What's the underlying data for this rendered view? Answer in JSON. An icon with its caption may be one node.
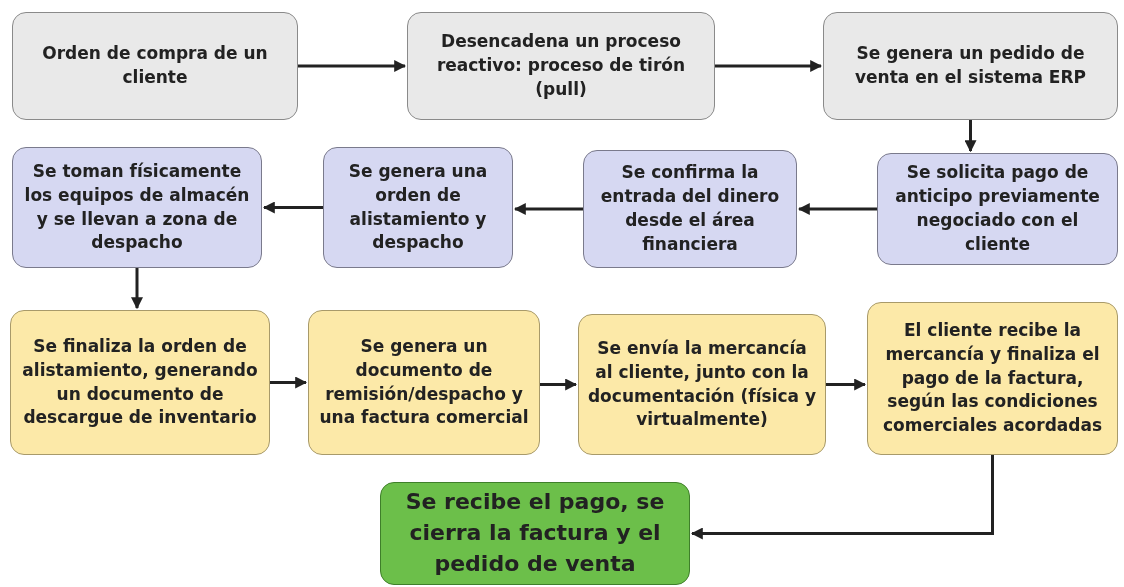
{
  "diagram": {
    "nodes": [
      {
        "text": [
          "Orden de compra de un cliente"
        ]
      },
      {
        "text": [
          "Desencadena un proceso reactivo: proceso de tirón (pull)"
        ]
      },
      {
        "text": [
          "Se genera un pedido de venta en el sistema ERP"
        ]
      },
      {
        "text": [
          "Se toman físicamente los equipos de almacén y se llevan a zona de despacho"
        ]
      },
      {
        "text": [
          "Se genera una orden de alistamiento y despacho"
        ]
      },
      {
        "text": [
          "Se confirma la entrada del dinero desde el área financiera"
        ]
      },
      {
        "text": [
          "Se solicita pago de anticipo previamente negociado con el cliente"
        ]
      },
      {
        "text": [
          "Se finaliza la orden de alistamiento, generando un documento de descargue de inventario"
        ]
      },
      {
        "text": [
          "Se genera un documento de remisión/despacho y una factura comercial"
        ]
      },
      {
        "text": [
          "Se envía la mercancía al cliente, junto con la documentación (física y virtualmente)"
        ]
      },
      {
        "text": [
          "El cliente recibe la mercancía y finaliza el pago de la factura, según las condiciones comerciales acordadas"
        ]
      },
      {
        "text": [
          "Se recibe el pago, se cierra la factura y el pedido de venta"
        ]
      }
    ],
    "edges": [
      {
        "from": 0,
        "to": 1,
        "arrow": "to"
      },
      {
        "from": 1,
        "to": 2,
        "arrow": "to"
      },
      {
        "from": 2,
        "to": 6,
        "arrow": "to"
      },
      {
        "from": 6,
        "to": 5,
        "arrow": "to"
      },
      {
        "from": 5,
        "to": 4,
        "arrow": "to"
      },
      {
        "from": 4,
        "to": 3,
        "arrow": "to"
      },
      {
        "from": 3,
        "to": 7,
        "arrow": "to"
      },
      {
        "from": 7,
        "to": 8,
        "arrow": "to"
      },
      {
        "from": 8,
        "to": 9,
        "arrow": "to"
      },
      {
        "from": 9,
        "to": 10,
        "arrow": "to"
      },
      {
        "from": 10,
        "to": 11,
        "arrow": "to"
      }
    ]
  }
}
